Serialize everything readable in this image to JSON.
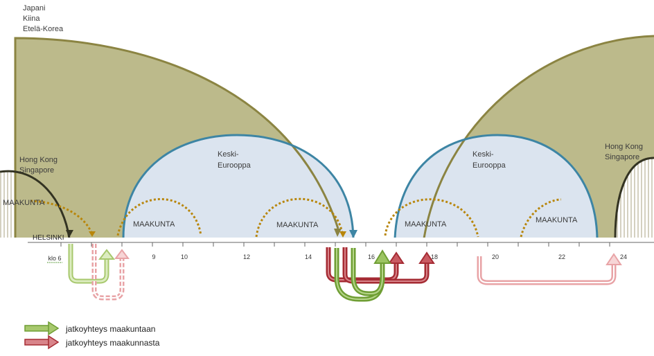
{
  "colors": {
    "olive_fill": "#bcba8b",
    "olive_stroke": "#8b8442",
    "blue_fill": "#dbe4ef",
    "blue_stroke": "#3d85a4",
    "dark_arc": "#333322",
    "maakunta_dotted": "#b8860b",
    "green_dark": "#6f9e34",
    "green_light": "#c5df96",
    "red_dark": "#a52b33",
    "red_light": "#e8a3a6"
  },
  "regions": {
    "asia_label": [
      "Japani",
      "Kiina",
      "Etelä-Korea"
    ],
    "hk_left_label": [
      "Hong Kong",
      "Singapore"
    ],
    "hk_right_label": [
      "Hong Kong",
      "Singapore"
    ],
    "europe_left_label": [
      "Keski-",
      "Eurooppa"
    ],
    "europe_right_label": [
      "Keski-",
      "Eurooppa"
    ]
  },
  "maakunta": {
    "left_edge": "MAAKUNTA",
    "a": "MAAKUNTA",
    "b": "MAAKUNTA",
    "c": "MAAKUNTA",
    "d": "MAAKUNTA"
  },
  "axis": {
    "helsinki": "HELSINKI",
    "ticks": [
      "klo 6",
      "9",
      "10",
      "12",
      "14",
      "16",
      "18",
      "20",
      "22",
      "24"
    ]
  },
  "legend": [
    {
      "label": "jatkoyhteys maakuntaan",
      "color": "green"
    },
    {
      "label": "jatkoyhteys maakunnasta",
      "color": "red"
    }
  ]
}
